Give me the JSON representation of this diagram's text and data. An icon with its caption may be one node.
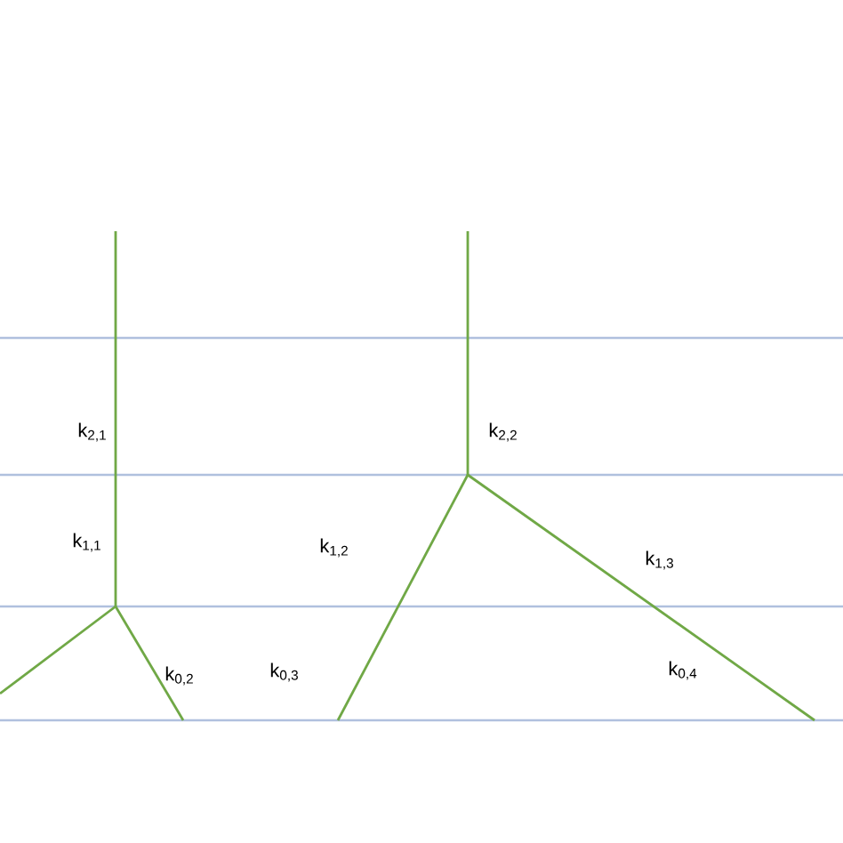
{
  "diagram": {
    "labels": [
      "k$_{2,1}$",
      "k$_{2,2}$",
      "k$_{1,1}$",
      "k$_{1,2}$",
      "k$_{1,3}$",
      "k$_{0,2}$",
      "k$_{0,3}$",
      "k$_{0,4}$"
    ]
  }
}
